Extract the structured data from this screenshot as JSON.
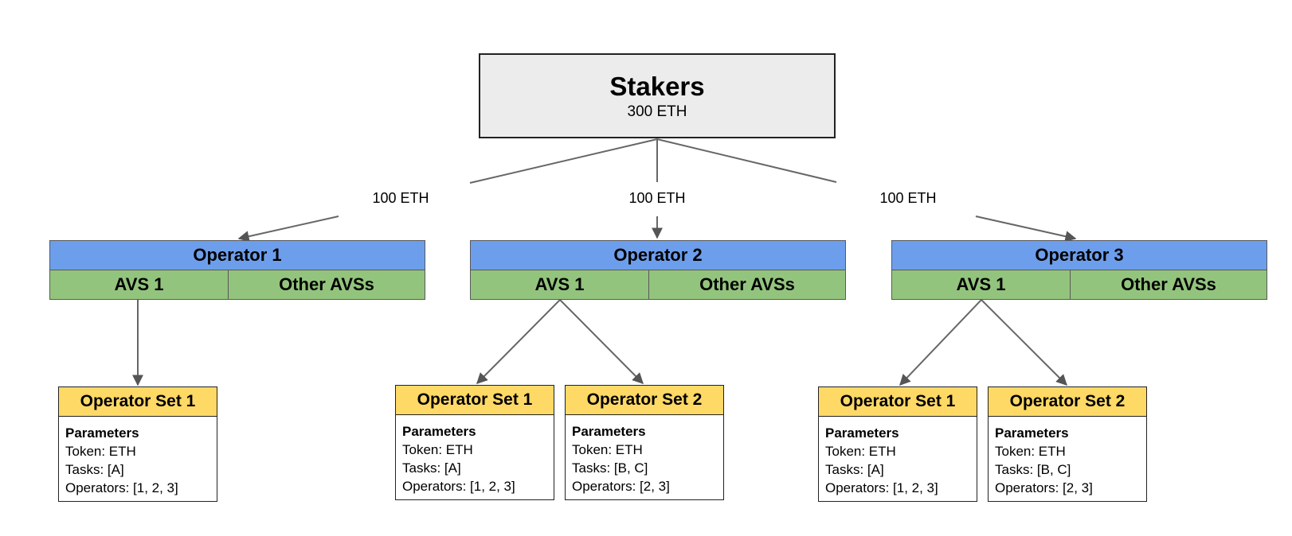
{
  "stakers": {
    "title": "Stakers",
    "amount": "300 ETH"
  },
  "allocations": [
    {
      "label": "100 ETH"
    },
    {
      "label": "100 ETH"
    },
    {
      "label": "100 ETH"
    }
  ],
  "operators": [
    {
      "name": "Operator 1",
      "avs_primary": "AVS 1",
      "avs_other": "Other AVSs",
      "operator_sets": [
        {
          "title": "Operator Set 1",
          "params_label": "Parameters",
          "token": "Token: ETH",
          "tasks": "Tasks: [A]",
          "operators": "Operators: [1, 2, 3]"
        }
      ]
    },
    {
      "name": "Operator 2",
      "avs_primary": "AVS 1",
      "avs_other": "Other AVSs",
      "operator_sets": [
        {
          "title": "Operator Set 1",
          "params_label": "Parameters",
          "token": "Token: ETH",
          "tasks": "Tasks: [A]",
          "operators": "Operators: [1, 2, 3]"
        },
        {
          "title": "Operator Set 2",
          "params_label": "Parameters",
          "token": "Token: ETH",
          "tasks": "Tasks: [B, C]",
          "operators": "Operators: [2, 3]"
        }
      ]
    },
    {
      "name": "Operator 3",
      "avs_primary": "AVS 1",
      "avs_other": "Other AVSs",
      "operator_sets": [
        {
          "title": "Operator Set 1",
          "params_label": "Parameters",
          "token": "Token: ETH",
          "tasks": "Tasks: [A]",
          "operators": "Operators: [1, 2, 3]"
        },
        {
          "title": "Operator Set 2",
          "params_label": "Parameters",
          "token": "Token: ETH",
          "tasks": "Tasks: [B, C]",
          "operators": "Operators: [2, 3]"
        }
      ]
    }
  ],
  "colors": {
    "stakers_fill": "#ececec",
    "operator_header": "#6d9eeb",
    "avs_fill": "#93c47d",
    "operator_set_header": "#ffd966",
    "connector": "#666666"
  }
}
